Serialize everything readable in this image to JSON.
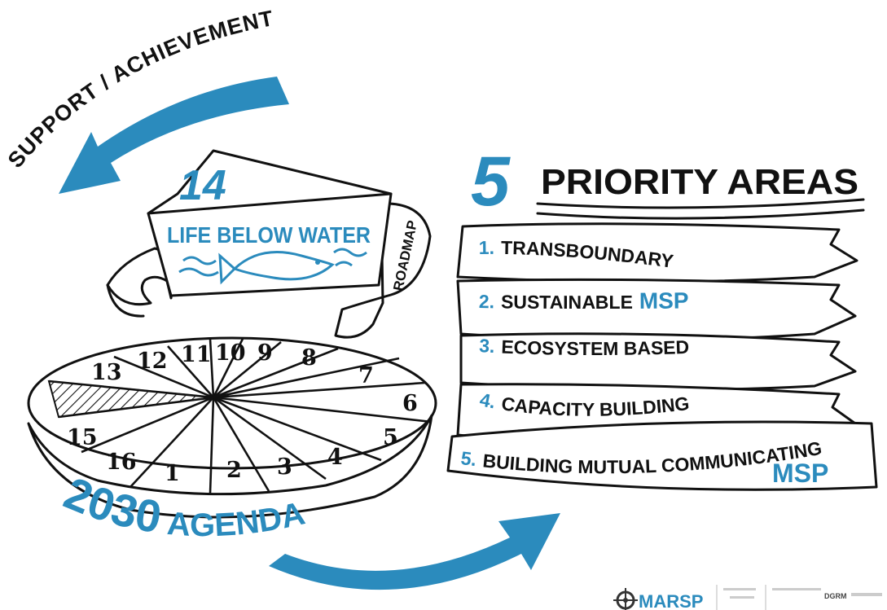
{
  "colors": {
    "accent": "#2b8bbd",
    "ink": "#111111"
  },
  "top_arrow_label": "SUPPORT / ACHIEVEMENT",
  "sdg": {
    "number": "14",
    "title": "LIFE BELOW WATER",
    "scroll_label": "ROADMAP",
    "icon": "fish-icon"
  },
  "agenda": {
    "label_year": "2030",
    "label_word": "AGENDA",
    "segments": [
      "1",
      "2",
      "3",
      "4",
      "5",
      "6",
      "7",
      "8",
      "9",
      "10",
      "11",
      "12",
      "13",
      "15",
      "16"
    ]
  },
  "priority": {
    "count": "5",
    "title": "PRIORITY AREAS",
    "items": [
      {
        "num": "1.",
        "text": "TRANSBOUNDARY",
        "suffix": ""
      },
      {
        "num": "2.",
        "text": "SUSTAINABLE",
        "suffix": "MSP"
      },
      {
        "num": "3.",
        "text": "ECOSYSTEM BASED",
        "suffix": ""
      },
      {
        "num": "4.",
        "text": "CAPACITY BUILDING",
        "suffix": ""
      },
      {
        "num": "5.",
        "text": "BUILDING MUTUAL COMMUNICATING",
        "suffix": "MSP"
      }
    ]
  },
  "footer": {
    "logo_text": "MARSP",
    "logo_icon": "ship-wheel-icon",
    "partner_text": "DGRM"
  }
}
